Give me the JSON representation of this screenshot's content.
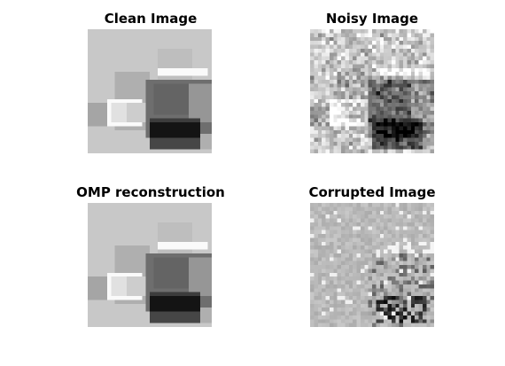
{
  "figure": {
    "panels": [
      {
        "id": "clean",
        "title": "Clean Image"
      },
      {
        "id": "noisy",
        "title": "Noisy Image"
      },
      {
        "id": "omp",
        "title": "OMP reconstruction"
      },
      {
        "id": "corrupted",
        "title": "Corrupted Image"
      }
    ]
  }
}
